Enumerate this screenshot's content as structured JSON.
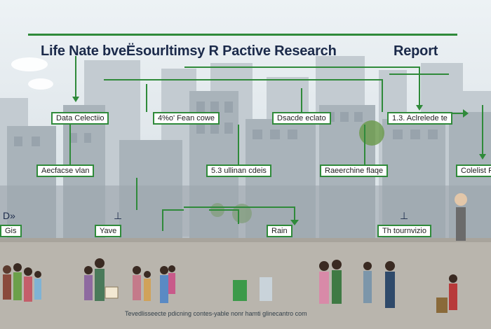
{
  "title": {
    "main": "Life Nate bveЁsourltimsy R Pactive Research",
    "suffix": "Report"
  },
  "boxes": [
    {
      "label": "Data Celectiio"
    },
    {
      "label": "4%o' Fean cowe"
    },
    {
      "label": "Dsacde eclato"
    },
    {
      "label": "1.3. Aclrelede te"
    },
    {
      "label": "Aecfacse vlan"
    },
    {
      "label": "5.3 ullinan cdeis"
    },
    {
      "label": "Raeerchine flaqe"
    },
    {
      "label": "Colelist Ro"
    },
    {
      "label": "Gis"
    },
    {
      "label": "Yave"
    },
    {
      "label": "Rain"
    },
    {
      "label": "Th tournvizio"
    }
  ],
  "glyphs": [
    "D»",
    "⊥",
    "⊥"
  ],
  "caption": "Tevedlisseecte pdicning contes-yable nonr hamti glinecantro com"
}
